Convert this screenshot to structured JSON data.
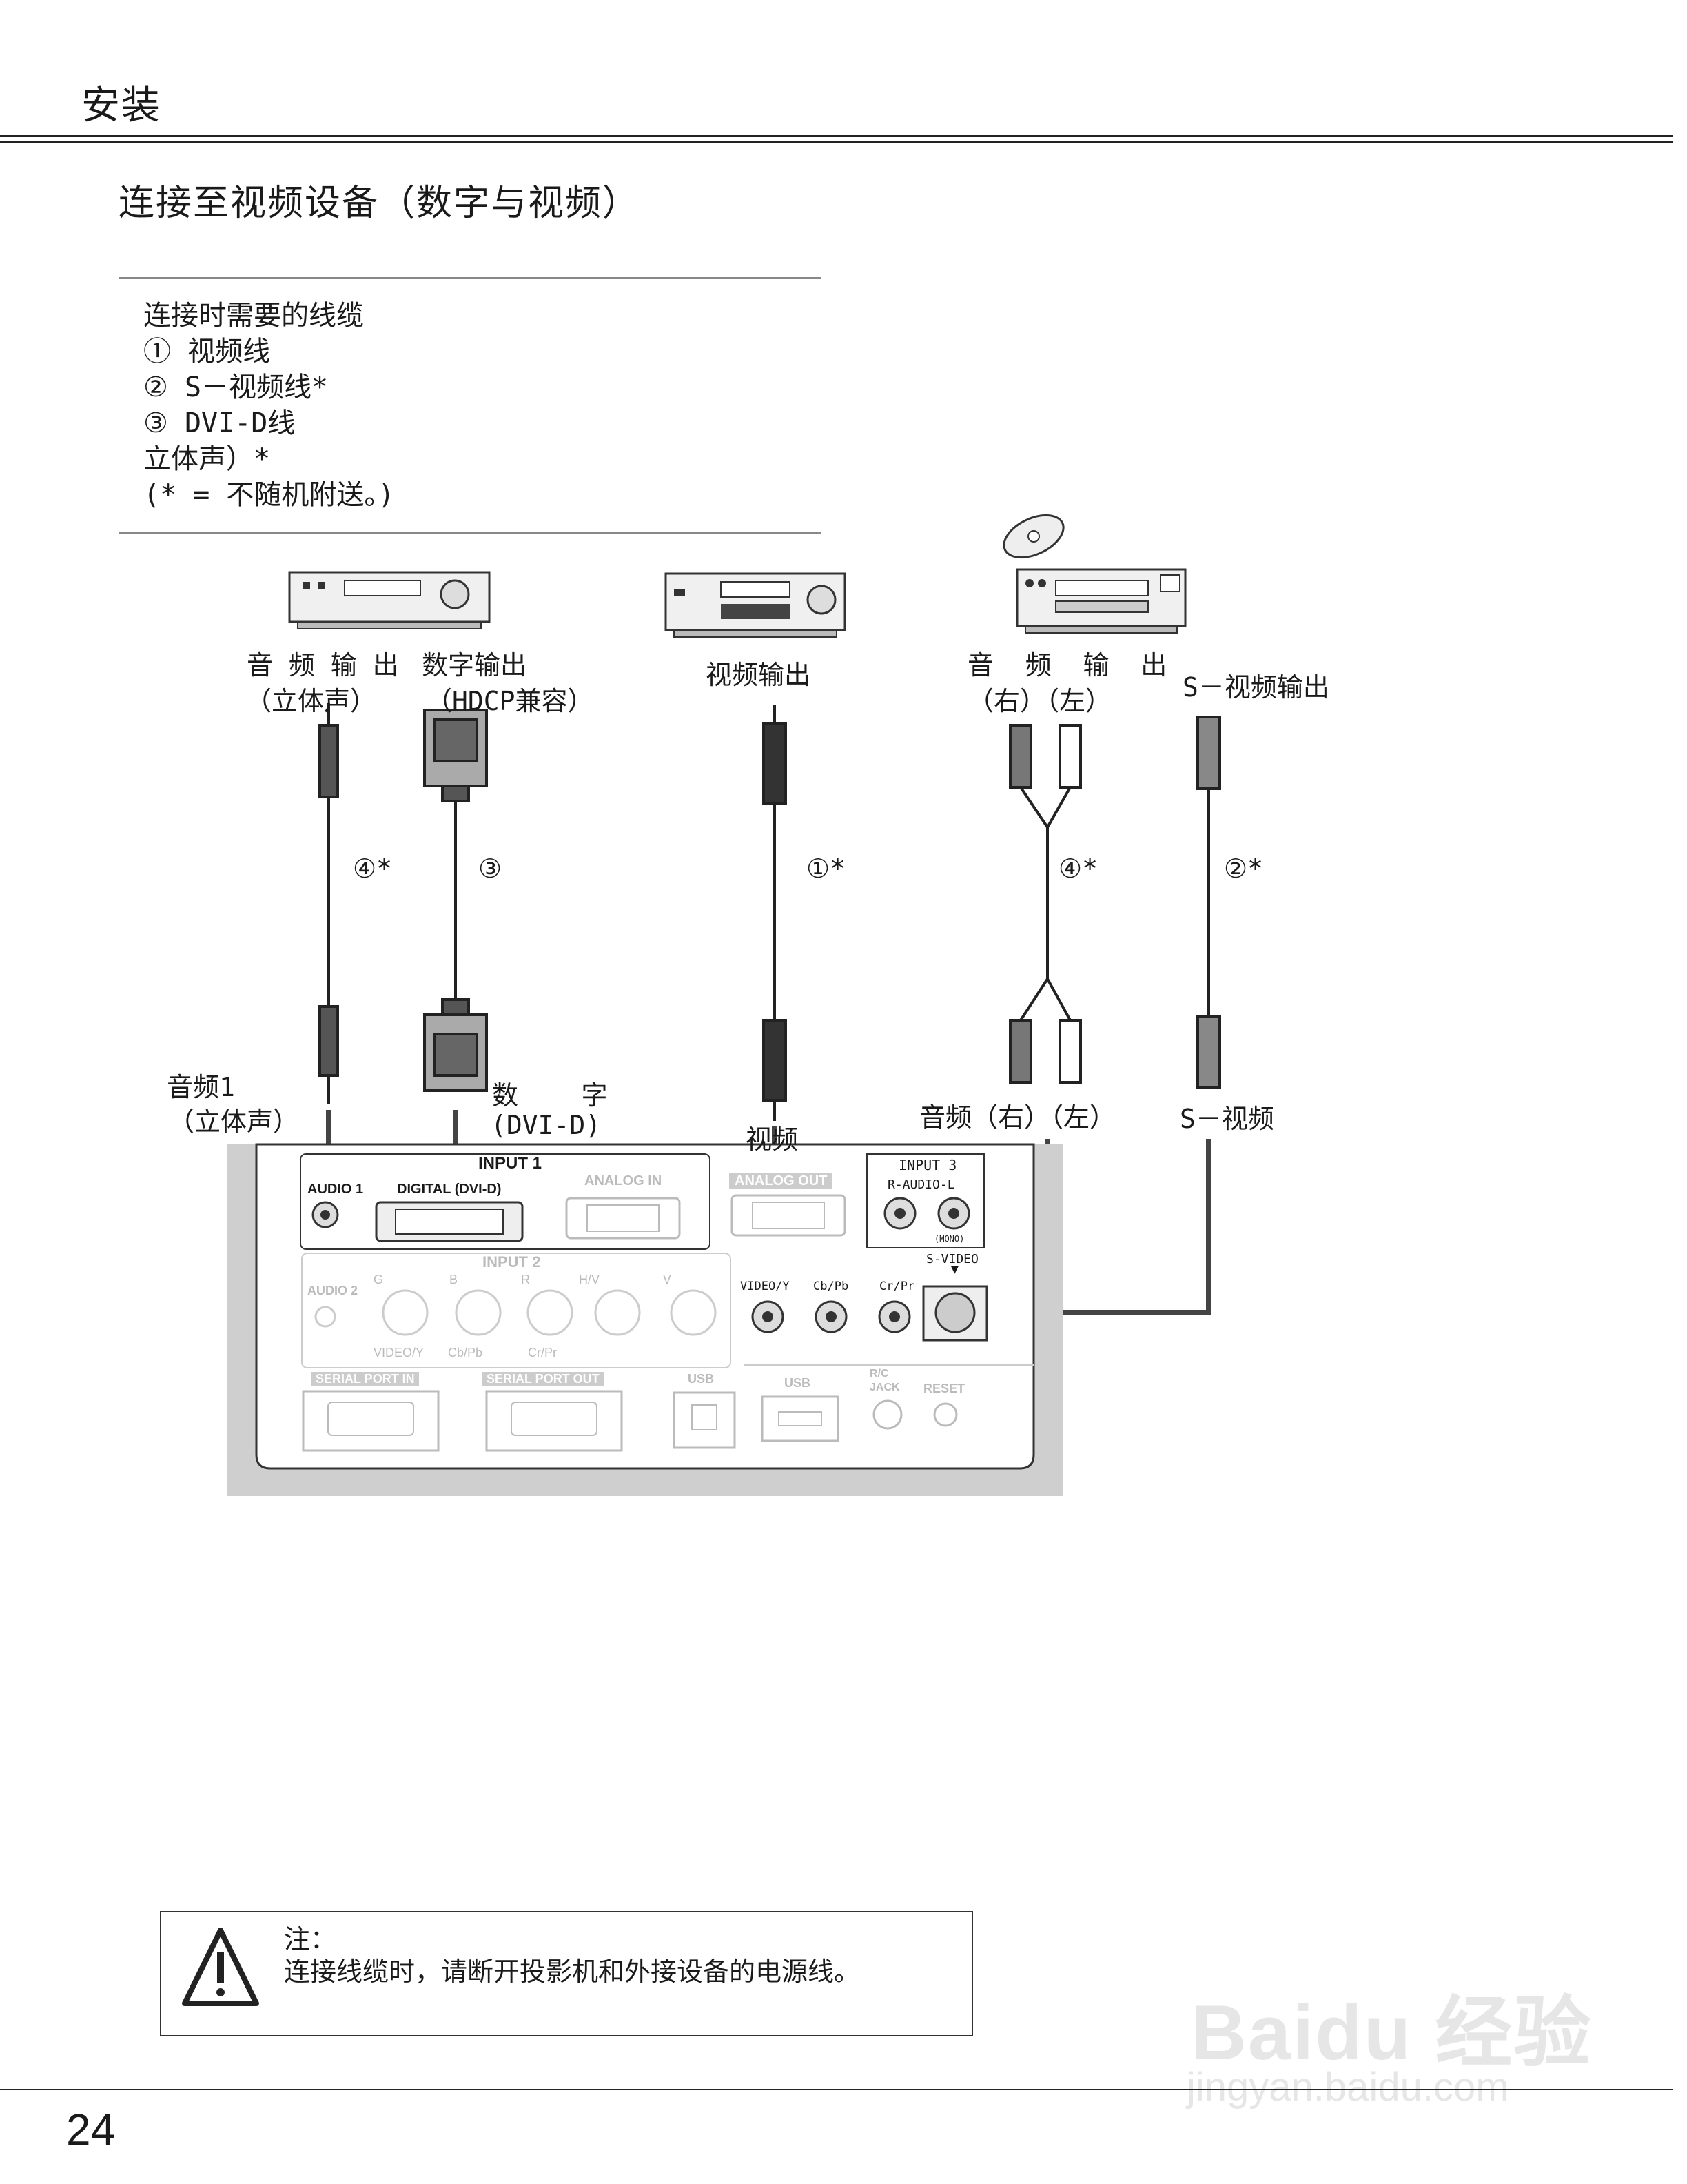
{
  "header": {
    "section": "安装"
  },
  "title": "连接至视频设备（数字与视频）",
  "cable_list": {
    "heading": "连接时需要的线缆",
    "items": [
      "① 视频线",
      "② S－视频线*",
      "③ DVI-D线",
      "立体声）*",
      "(* = 不随机附送。)"
    ]
  },
  "devices": {
    "audio_out_stereo": "音 频 输 出",
    "audio_out_stereo_sub": "（立体声）",
    "digital_out": "数字输出",
    "digital_out_sub": "（HDCP兼容）",
    "video_out": "视频输出",
    "audio_out_rl": "音  频  输  出",
    "audio_out_rl_sub": "（右）（左）",
    "svideo_out": "S－视频输出"
  },
  "cables": {
    "c1": "④*",
    "c2": "③",
    "c3": "①*",
    "c4": "④*",
    "c5": "②*"
  },
  "inputs": {
    "audio1": "音频1",
    "audio1_sub": "（立体声）",
    "digital": "数    字",
    "digital_sub": "(DVI-D)",
    "video": "视频",
    "audio_rl": "音频（右）（左）",
    "svideo": "S－视频"
  },
  "panel": {
    "input1": "INPUT 1",
    "audio1": "AUDIO 1",
    "digital_dvi": "DIGITAL (DVI-D)",
    "analog_in": "ANALOG IN",
    "analog_out": "ANALOG OUT",
    "input3": "INPUT 3",
    "r_audio_l": "R-AUDIO-L",
    "mono": "(MONO)",
    "svideo": "S-VIDEO",
    "input2": "INPUT 2",
    "audio2": "AUDIO 2",
    "g": "G",
    "b": "B",
    "r": "R",
    "hv": "H/V",
    "v": "V",
    "video_y_grey": "VIDEO/Y",
    "cb_pb_grey": "Cb/Pb",
    "cr_pr_grey": "Cr/Pr",
    "video_y": "VIDEO/Y",
    "cb_pb": "Cb/Pb",
    "cr_pr": "Cr/Pr",
    "serial_in": "SERIAL PORT IN",
    "serial_out": "SERIAL PORT OUT",
    "usb_b": "USB",
    "usb_a": "USB",
    "rc": "R/C",
    "jack": "JACK",
    "reset": "RESET"
  },
  "note": {
    "title": "注：",
    "text": "连接线缆时，请断开投影机和外接设备的电源线。"
  },
  "page_number": "24",
  "watermark": {
    "logo": "Baidu 经验",
    "url": "jingyan.baidu.com"
  }
}
